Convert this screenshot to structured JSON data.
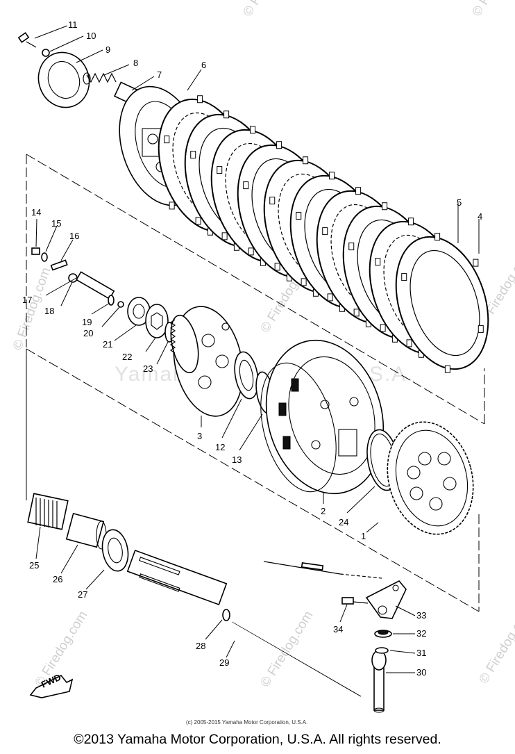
{
  "watermark": {
    "brand": "© Firedog.com",
    "center": "Yamaha Motor Corp., U.S.A."
  },
  "diagram": {
    "fwd_label": "FWD",
    "source_credit": "(c) 2005-2015 Yamaha Motor Corporation, U.S.A.",
    "callouts": [
      "1",
      "2",
      "3",
      "4",
      "5",
      "6",
      "7",
      "8",
      "9",
      "10",
      "11",
      "12",
      "13",
      "14",
      "15",
      "16",
      "17",
      "18",
      "19",
      "20",
      "21",
      "22",
      "23",
      "24",
      "25",
      "26",
      "27",
      "28",
      "29",
      "30",
      "31",
      "32",
      "33",
      "34"
    ]
  },
  "footer": {
    "copyright": "©2013 Yamaha Motor Corporation, U.S.A. All rights reserved."
  }
}
